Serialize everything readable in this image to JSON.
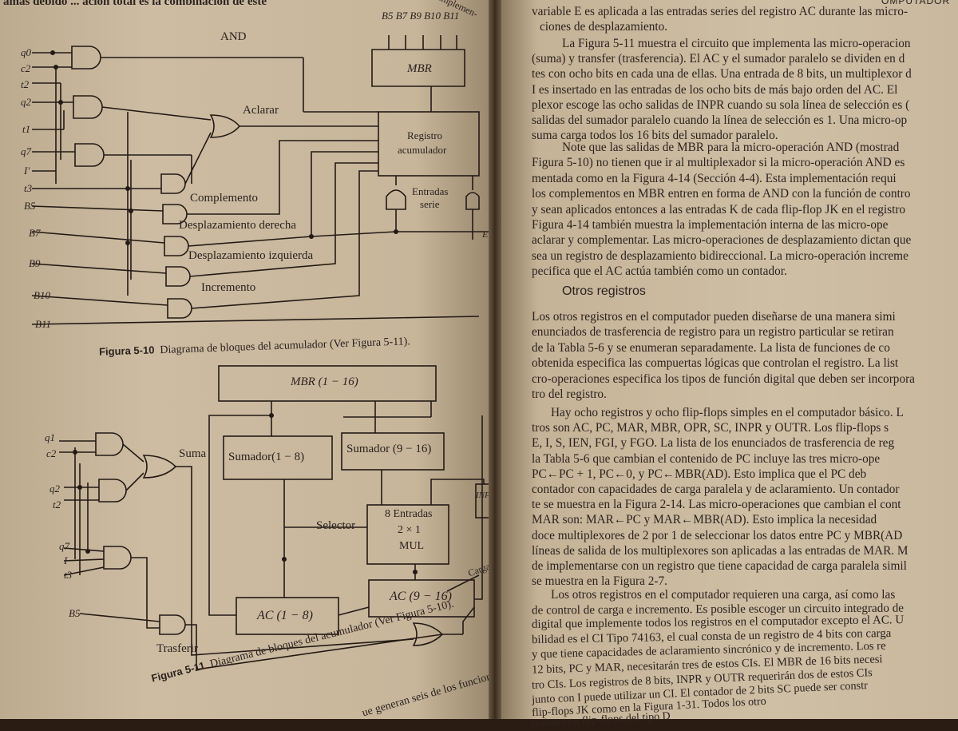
{
  "fig510": {
    "top_text": "amas debido ... ación total es la combinación de este",
    "top_right_text": "implemen-",
    "label_and": "AND",
    "label_aclarar": "Aclarar",
    "label_complemento": "Complemento",
    "label_desp_der": "Desplazamiento derecha",
    "label_desp_izq": "Desplazamiento izquierda",
    "label_incremento": "Incremento",
    "inputs": [
      "q0",
      "c2",
      "t2",
      "q2",
      "t1",
      "q7",
      "I'",
      "t3",
      "B5",
      "B7",
      "B9",
      "B10",
      "B11"
    ],
    "mbr_label": "MBR",
    "mbr_bits": "B5 B7 B9 B10 B11",
    "reg_label_1": "Registro",
    "reg_label_2": "acumulador",
    "entradas_1": "Entradas",
    "entradas_2": "serie",
    "e_label": "E",
    "caption_num": "Figura 5-10",
    "caption_text": "Diagrama de bloques del acumulador (Ver Figura 5-11)."
  },
  "fig511": {
    "mbr_label": "MBR (1 − 16)",
    "sum1": "Sumador(1 − 8)",
    "sum2": "Sumador (9 − 16)",
    "inpr": "INPR",
    "mux_1": "8 Entradas",
    "mux_2": "2 × 1",
    "mux_3": "MUL",
    "selector": "Selector",
    "suma": "Suma",
    "carga": "Carga",
    "trasferir": "Trasferir",
    "ac1": "AC (1 − 8)",
    "ac2": "AC (9 − 16)",
    "inputs": [
      "q1",
      "c2",
      "q2",
      "t2",
      "q7",
      "I",
      "t3",
      "B5"
    ],
    "caption_num": "Figura 5-11",
    "caption_text": "Diagrama de bloques del acumulador (Ver Figura 5-10).",
    "bottom_text": "ue generan seis de los funciones de control que  Las salidas"
  },
  "right_page": {
    "header_tag": "OMPUTADOR",
    "lines_a": [
      "variable E es aplicada a las entradas series del registro AC durante las micro-",
      "ciones de desplazamiento."
    ],
    "lines_b": [
      "La Figura 5-11 muestra el circuito que implementa las micro-operacion",
      "(suma) y transfer (trasferencia). El AC y el sumador paralelo se dividen en d",
      "tes con ocho bits en cada una de ellas. Una entrada de 8 bits, un multiplexor d",
      "I es insertado en las entradas de los ocho bits de más bajo orden del AC. El",
      "plexor escoge las ocho salidas de INPR cuando su sola línea de selección es (",
      "salidas del sumador paralelo cuando la línea de selección es 1. Una micro-op",
      "suma carga todos los 16 bits del sumador paralelo."
    ],
    "lines_c": [
      "Note que las salidas de MBR para la micro-operación AND (mostrad",
      "Figura 5-10) no tienen que ir al multiplexador si la micro-operación AND es",
      "mentada como en la Figura 4-14 (Sección 4-4). Esta implementación requi",
      "los complementos en MBR entren en forma de AND con la función de contro",
      "y sean aplicados entonces a las entradas K de cada flip-flop JK en el registro",
      "Figura 4-14 también muestra la implementación interna de las micro-ope",
      "aclarar y complementar. Las micro-operaciones de desplazamiento dictan que",
      "sea un registro de desplazamiento bidireccional. La micro-operación increme",
      "pecifica que el AC actúa también como un contador."
    ],
    "heading": "Otros registros",
    "lines_d": [
      "Los otros registros en el computador pueden diseñarse de una manera simi",
      "enunciados de trasferencia de registro para un registro particular se retiran",
      "de la Tabla 5-6 y se enumeran separadamente. La lista de funciones de co",
      "obtenida especifica las compuertas lógicas que controlan el registro. La list",
      "cro-operaciones especifica los tipos de función digital que deben ser incorpora",
      "tro del registro."
    ],
    "lines_e": [
      "Hay ocho registros y ocho flip-flops simples en el computador básico. L",
      "tros son AC, PC, MAR, MBR, OPR, SC, INPR y OUTR. Los flip-flops s",
      "E, I, S, IEN, FGI, y FGO. La lista de los enunciados de trasferencia de reg",
      "la Tabla 5-6 que cambian el contenido de PC incluye las tres micro-ope",
      "PC←PC + 1, PC←0, y PC←MBR(AD). Esto implica que el PC deb",
      "contador con capacidades de carga paralela y de aclaramiento. Un contador",
      "te se muestra en la Figura 2-14. Las micro-operaciones que cambian el cont",
      "MAR son: MAR←PC y MAR←MBR(AD). Esto implica la necesidad",
      "doce multiplexores de 2 por 1 de seleccionar los datos entre PC y MBR(AD",
      "líneas de salida de los multiplexores son aplicadas a las entradas de MAR. M",
      "de implementarse con un registro que tiene capacidad de carga paralela simil",
      "se muestra en la Figura 2-7."
    ],
    "lines_f": [
      "Los otros registros en el computador requieren una carga, así como las",
      "de control de carga e incremento. Es posible escoger un circuito integrado de",
      "digital que implemente todos los registros en el computador excepto el AC. U",
      "bilidad es el CI Tipo 74163, el cual consta de un registro de 4 bits con carga",
      "y que tiene capacidades de aclaramiento sincrónico y de incremento. Los re",
      "12 bits, PC y MAR, necesitarán tres de estos CIs. El MBR de 16 bits necesi",
      "tro CIs. Los registros de 8 bits, INPR y OUTR requerirán dos de estos CIs",
      "junto con I puede utilizar un CI. El contador de 2 bits SC puede ser constr",
      "flip-flops JK como en la Figura 1-31. Todos los otro",
      "truirse con flip-flops del tipo D"
    ]
  }
}
